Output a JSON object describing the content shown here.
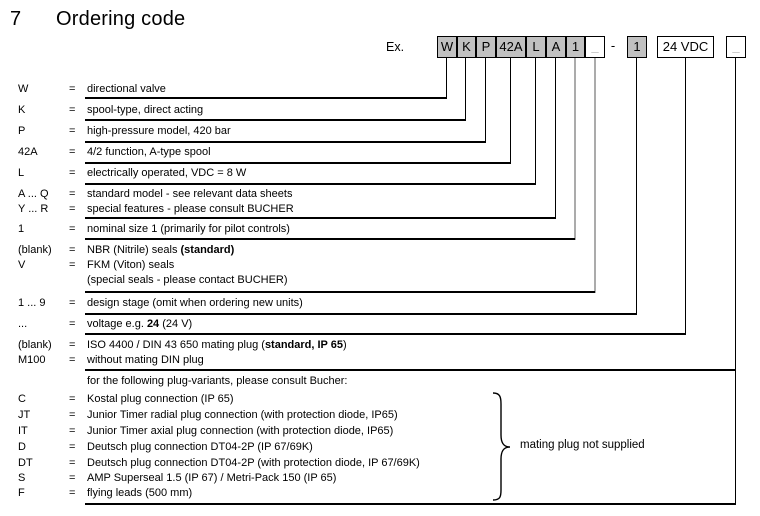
{
  "title": {
    "number": "7",
    "text": "Ordering code"
  },
  "example_label": "Ex.",
  "code_boxes": [
    {
      "label": "W",
      "style": "gray"
    },
    {
      "label": "K",
      "style": "gray"
    },
    {
      "label": "P",
      "style": "gray"
    },
    {
      "label": "42A",
      "style": "gray"
    },
    {
      "label": "L",
      "style": "gray"
    },
    {
      "label": "A",
      "style": "gray"
    },
    {
      "label": "1",
      "style": "gray"
    },
    {
      "label": "_",
      "style": "blank"
    },
    {
      "label": "-",
      "style": "separator"
    },
    {
      "label": "1",
      "style": "gray"
    },
    {
      "label": "24 VDC",
      "style": "white"
    },
    {
      "label": "_",
      "style": "blank"
    }
  ],
  "rows": [
    {
      "code": "W",
      "eq": "=",
      "desc": [
        {
          "t": "directional valve"
        }
      ]
    },
    {
      "code": "K",
      "eq": "=",
      "desc": [
        {
          "t": "spool-type, direct acting"
        }
      ]
    },
    {
      "code": "P",
      "eq": "=",
      "desc": [
        {
          "t": "high-pressure model, 420 bar"
        }
      ]
    },
    {
      "code": "42A",
      "eq": "=",
      "desc": [
        {
          "t": "4/2 function, A-type spool"
        }
      ]
    },
    {
      "code": "L",
      "eq": "=",
      "desc": [
        {
          "t": "electrically operated, VDC = 8 W"
        }
      ]
    },
    {
      "code": "A ... Q",
      "eq": "=",
      "desc": [
        {
          "t": "standard model - see relevant data sheets"
        }
      ]
    },
    {
      "code": "Y ... R",
      "eq": "=",
      "desc": [
        {
          "t": "special features - please consult BUCHER"
        }
      ]
    },
    {
      "code": "1",
      "eq": "=",
      "desc": [
        {
          "t": "nominal size 1 (primarily for pilot controls)"
        }
      ]
    },
    {
      "code": "(blank)",
      "eq": "=",
      "desc": [
        {
          "t": "NBR (Nitrile) seals  "
        },
        {
          "t": "(standard)",
          "b": true
        }
      ]
    },
    {
      "code": "V",
      "eq": "=",
      "desc": [
        {
          "t": "FKM (Viton) seals"
        }
      ]
    },
    {
      "code": "",
      "eq": "",
      "desc": [
        {
          "t": "(special seals - please contact BUCHER)"
        }
      ]
    },
    {
      "code": "1 ... 9",
      "eq": "=",
      "desc": [
        {
          "t": "design stage (omit when ordering new units)"
        }
      ]
    },
    {
      "code": "...",
      "eq": "=",
      "desc": [
        {
          "t": "voltage e.g. "
        },
        {
          "t": "24",
          "b": true
        },
        {
          "t": " (24 V)"
        }
      ]
    },
    {
      "code": "(blank)",
      "eq": "=",
      "desc": [
        {
          "t": "ISO 4400 / DIN 43 650 mating plug ("
        },
        {
          "t": "standard, IP 65",
          "b": true
        },
        {
          "t": ")"
        }
      ]
    },
    {
      "code": "M100",
      "eq": "=",
      "desc": [
        {
          "t": "without mating DIN plug"
        }
      ]
    },
    {
      "code": "",
      "eq": "",
      "desc": [
        {
          "t": "for the following plug-variants, please consult Bucher:"
        }
      ]
    },
    {
      "code": "C",
      "eq": "=",
      "desc": [
        {
          "t": "Kostal plug connection (IP 65)"
        }
      ]
    },
    {
      "code": "JT",
      "eq": "=",
      "desc": [
        {
          "t": "Junior Timer radial plug connection (with protection diode, IP65)"
        }
      ]
    },
    {
      "code": "IT",
      "eq": "=",
      "desc": [
        {
          "t": "Junior Timer axial plug connection (with protection diode, IP65)"
        }
      ]
    },
    {
      "code": "D",
      "eq": "=",
      "desc": [
        {
          "t": "Deutsch plug connection DT04-2P (IP 67/69K)"
        }
      ]
    },
    {
      "code": "DT",
      "eq": "=",
      "desc": [
        {
          "t": "Deutsch plug connection DT04-2P (with protection diode, IP 67/69K)"
        }
      ]
    },
    {
      "code": "S",
      "eq": "=",
      "desc": [
        {
          "t": "AMP Superseal 1.5 (IP 67) / Metri-Pack 150 (IP 65)"
        }
      ]
    },
    {
      "code": "F",
      "eq": "=",
      "desc": [
        {
          "t": "flying leads (500 mm)"
        }
      ]
    }
  ],
  "brace_note": "mating plug not supplied",
  "colors": {
    "box_gray": "#c1c1c1",
    "line_gray": "#ababab",
    "blank_glyph": "#9b9b9b",
    "text": "#000000"
  }
}
